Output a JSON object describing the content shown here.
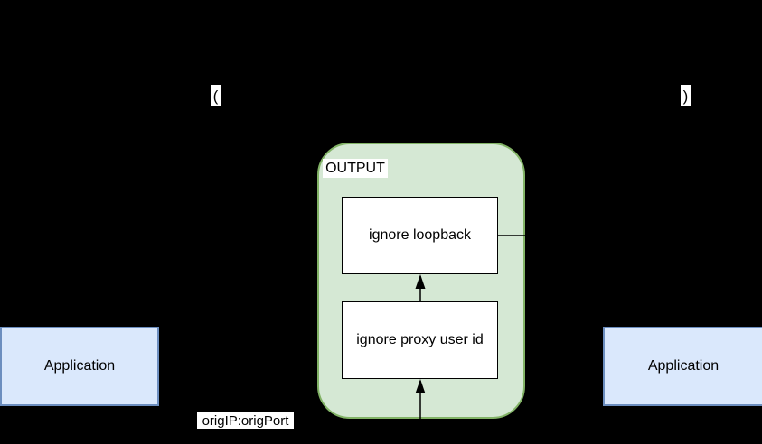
{
  "colors": {
    "background": "#000000",
    "chain_fill": "#d5e8d4",
    "chain_stroke": "#82b366",
    "app_fill": "#dae8fc",
    "app_stroke": "#6c8ebf",
    "rule_fill": "#ffffff",
    "rule_stroke": "#000000",
    "label_background": "#ffffff",
    "text": "#000000",
    "connector": "#000000"
  },
  "chain": {
    "title": "OUTPUT",
    "rules": [
      {
        "label": "ignore loopback"
      },
      {
        "label": "ignore proxy user id"
      }
    ]
  },
  "applications": {
    "left": "Application",
    "right": "Application"
  },
  "edge_labels": {
    "open_paren": "(",
    "close_paren": ")",
    "orig_endpoint": "origIP:origPort"
  }
}
